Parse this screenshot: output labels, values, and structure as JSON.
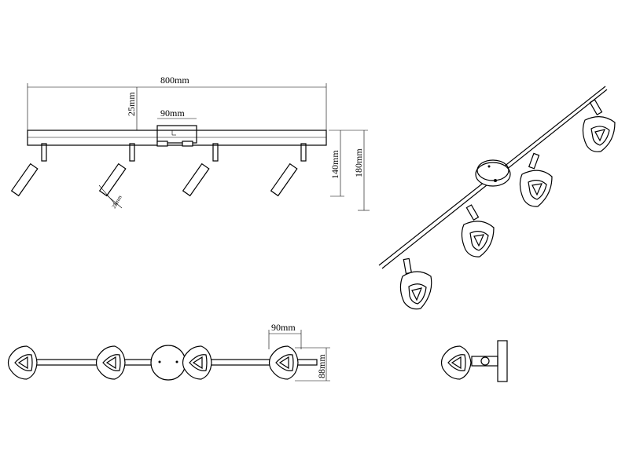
{
  "dimensions": {
    "width_total": "800mm",
    "canopy_width": "90mm",
    "rail_offset": "25mm",
    "height_140": "140mm",
    "height_180": "180mm",
    "head_width": "90mm",
    "head_height": "88mm",
    "small_note": "25mm"
  }
}
